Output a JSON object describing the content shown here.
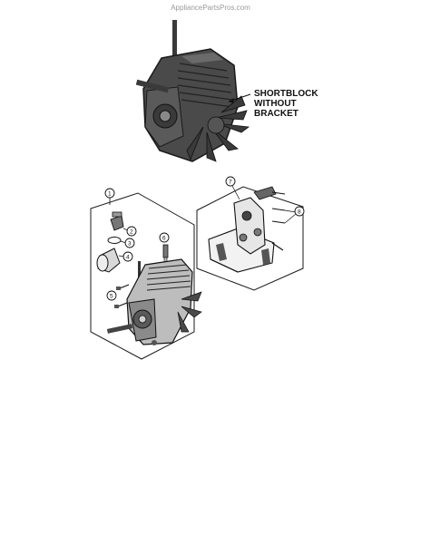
{
  "watermark": "AppliancePartsPros.com",
  "shortblock_callout": [
    "SHORTBLOCK",
    "WITHOUT",
    "BRACKET"
  ],
  "callouts": {
    "c1": "1",
    "c2": "2",
    "c3": "3",
    "c4": "4",
    "c5": "5",
    "c6": "6",
    "c7": "7",
    "c8": "8"
  },
  "colors": {
    "line": "#1a1a1a",
    "dark": "#2e2e2e",
    "mid": "#6e6e6e",
    "light": "#c9c9c9"
  }
}
